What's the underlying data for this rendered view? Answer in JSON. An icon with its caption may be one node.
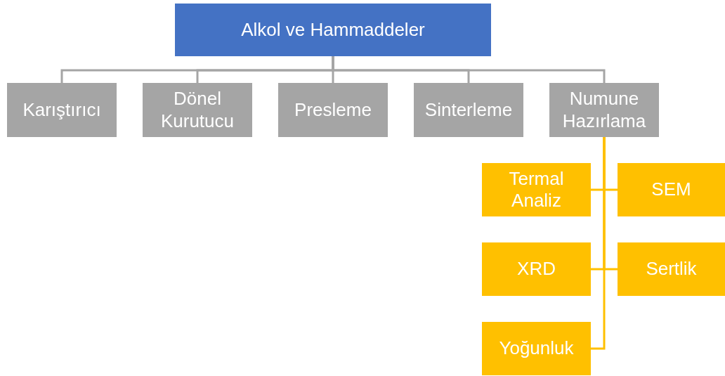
{
  "diagram": {
    "nodes": [
      {
        "text": [
          "Alkol ve Hammaddeler"
        ]
      },
      {
        "text": [
          "Karıştırıcı"
        ]
      },
      {
        "text": [
          "Dönel Kurutucu"
        ]
      },
      {
        "text": [
          "Presleme"
        ]
      },
      {
        "text": [
          "Sinterleme"
        ]
      },
      {
        "text": [
          "Numune Hazırlama"
        ]
      },
      {
        "text": [
          "Termal Analiz"
        ]
      },
      {
        "text": [
          "SEM"
        ]
      },
      {
        "text": [
          "XRD"
        ]
      },
      {
        "text": [
          "Sertlik"
        ]
      },
      {
        "text": [
          "Yoğunluk"
        ]
      }
    ],
    "edges": [
      {
        "from": 0,
        "to": 1,
        "arrow": "none"
      },
      {
        "from": 0,
        "to": 2,
        "arrow": "none"
      },
      {
        "from": 0,
        "to": 3,
        "arrow": "none"
      },
      {
        "from": 0,
        "to": 4,
        "arrow": "none"
      },
      {
        "from": 0,
        "to": 5,
        "arrow": "none"
      },
      {
        "from": 5,
        "to": 6,
        "arrow": "none",
        "color": "#ffc000"
      },
      {
        "from": 5,
        "to": 7,
        "arrow": "none",
        "color": "#ffc000"
      },
      {
        "from": 5,
        "to": 8,
        "arrow": "none",
        "color": "#ffc000"
      },
      {
        "from": 5,
        "to": 9,
        "arrow": "none",
        "color": "#ffc000"
      },
      {
        "from": 5,
        "to": 10,
        "arrow": "none",
        "color": "#ffc000"
      }
    ]
  }
}
